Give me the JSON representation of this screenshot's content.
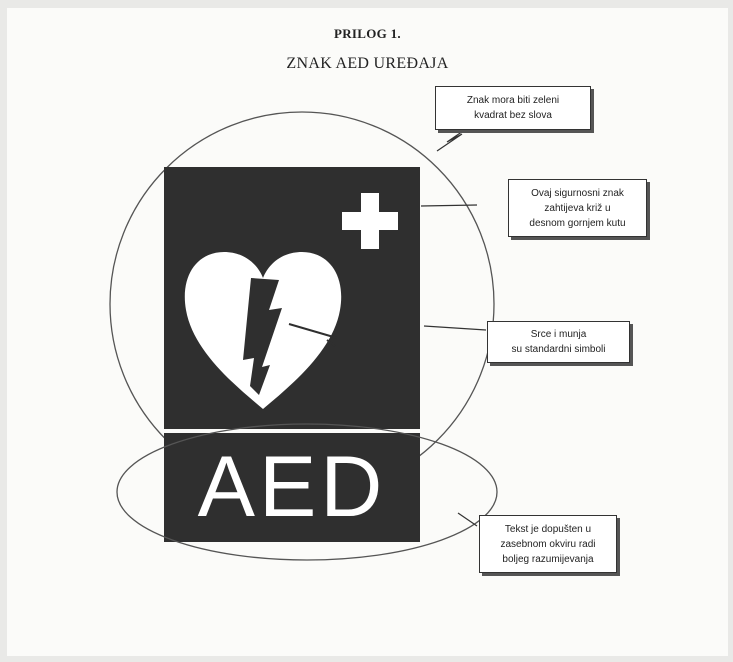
{
  "document": {
    "appendix_label": "PRILOG 1.",
    "title": "ZNAK AED UREĐAJA"
  },
  "sign": {
    "text": "AED",
    "colors": {
      "background": "#2f2f2f",
      "symbol": "#ffffff"
    }
  },
  "callouts": [
    {
      "id": "green-square",
      "text": "Znak mora biti zeleni\nkvadrat bez slova"
    },
    {
      "id": "cross",
      "text": "Ovaj sigurnosni znak\nzahtijeva križ u\ndesnom gornjem kutu"
    },
    {
      "id": "heart-bolt",
      "text": "Srce i munja\nsu standardni simboli"
    },
    {
      "id": "text-frame",
      "text": "Tekst je dopušten u\nzasebnom okviru radi\nboljeg razumijevanja"
    }
  ]
}
